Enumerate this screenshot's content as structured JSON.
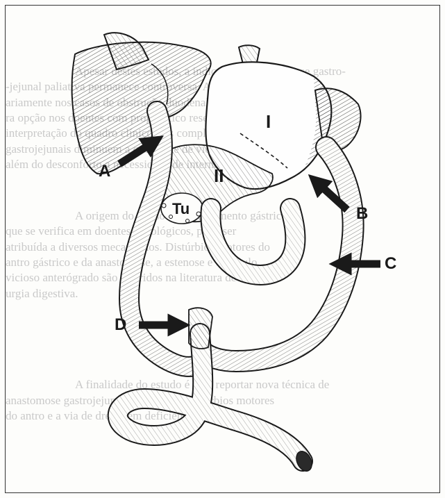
{
  "background_text": [
    "Apesar destes estudos, a indicação da anastomose gastro-",
    "-jejunal paliativa permanece controversa. A sua realização prim",
    "ariamente nos casos de obstrução duodenal, parece ser a segu",
    "ra opção nos doentes com prognóstico reservado. A proximidade",
    "interpretação do quadro clínico e as complicações das anastomoses",
    "gastrojejunais diminuem a qualidade de vida, que acarreta",
    "além do desconforto a necessidade de internamento."
  ],
  "background_text_2": [
    "A origem do atraso do esvaziamento gástrico,",
    "que se verifica em doentes oncológicos, pode ser",
    "atribuída a diversos mecanismos. Distúrbios motores do",
    "antro gástrico e da anastomose, a estenose e o círculo",
    "vicioso anterógrado são referidos na literatura de cir-",
    "urgia digestiva."
  ],
  "background_text_3": [
    "A finalidade do estudo é o de reportar nova técnica de",
    "anastomose gastrojejunal que evita os distúrbios motores",
    "do antro e a via de drenagem deficiente."
  ],
  "labels": {
    "a": "A",
    "b": "B",
    "c": "C",
    "d": "D",
    "stomach_part_1": "I",
    "stomach_part_2": "II",
    "tumor": "Tu"
  },
  "colors": {
    "ink": "#1a1a1a",
    "paper": "#fdfdfb",
    "faded_text": "#c9c9c9"
  }
}
